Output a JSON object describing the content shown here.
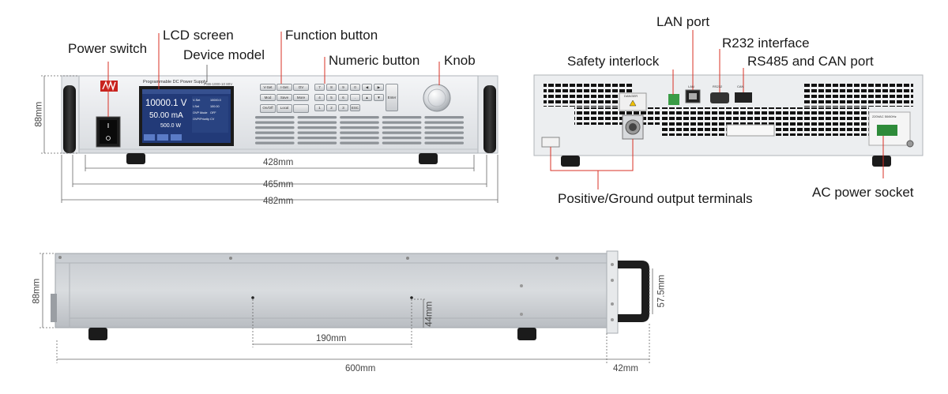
{
  "callouts": {
    "power_switch": "Power switch",
    "lcd_screen": "LCD screen",
    "device_model": "Device model",
    "function_button": "Function button",
    "numeric_button": "Numeric button",
    "knob": "Knob",
    "lan_port": "LAN port",
    "r232_interface": "R232 interface",
    "safety_interlock": "Safety interlock",
    "rs485_can_port": "RS485 and CAN port",
    "output_terminals": "Positive/Ground output terminals",
    "ac_power_socket": "AC power socket"
  },
  "dimensions": {
    "front_height": "88mm",
    "front_428": "428mm",
    "front_465": "465mm",
    "front_482": "482mm",
    "side_height": "88mm",
    "side_190": "190mm",
    "side_44": "44mm",
    "side_57_5": "57.5mm",
    "side_600": "600mm",
    "side_42": "42mm"
  },
  "device": {
    "panel_title": "Programmable DC Power Supply",
    "model_text": "PSB-1000-10 80V",
    "lcd": {
      "voltage": "10000.1 V",
      "current": "50.00 mA",
      "power": "500.0 W",
      "rows": [
        "V-Set",
        "I-Set",
        "OVP Mode",
        "OVP/Priority"
      ],
      "values": [
        "10000.0",
        "100.00",
        "OFF",
        "CV"
      ]
    },
    "function_buttons": [
      "V-Set",
      "I-Set",
      "OV",
      "Mod",
      "Save",
      "More",
      "On/Off",
      "Local",
      ""
    ],
    "numeric_buttons": [
      "7",
      "8",
      "9",
      "4",
      "5",
      "6",
      "1",
      "2",
      "3",
      "0",
      ".",
      "ESC"
    ],
    "enter_label": "Enter",
    "colors": {
      "lcd_bg": "#223a78",
      "chassis": "#e9ebee",
      "handle": "#1f1f1f",
      "callout_line": "#d93025"
    }
  },
  "rear": {
    "warning_label": "DANGER",
    "ac_label": "220VAC 50/60Hz",
    "port_labels": [
      "LAN",
      "RS232",
      "CAN"
    ]
  }
}
